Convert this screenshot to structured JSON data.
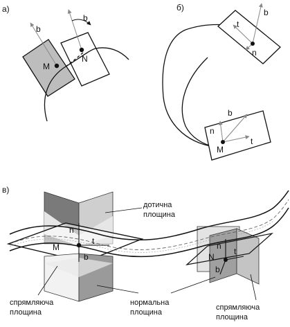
{
  "panels": [
    {
      "label": "а)",
      "points": [
        {
          "name": "M",
          "role": "point"
        },
        {
          "name": "N",
          "role": "point"
        }
      ],
      "vectors": [
        {
          "name": "b",
          "at": "M"
        },
        {
          "name": "b",
          "at": "N"
        }
      ]
    },
    {
      "label": "б)",
      "points": [
        {
          "name": "M",
          "role": "point"
        }
      ],
      "vectors": [
        {
          "name": "b",
          "at": "top"
        },
        {
          "name": "t",
          "at": "top"
        },
        {
          "name": "n",
          "at": "top"
        },
        {
          "name": "b",
          "at": "M"
        },
        {
          "name": "n",
          "at": "M"
        },
        {
          "name": "t",
          "at": "M"
        }
      ]
    },
    {
      "label": "в)",
      "points": [
        {
          "name": "M",
          "role": "point"
        },
        {
          "name": "N",
          "role": "point"
        }
      ],
      "vectors": [
        {
          "name": "n",
          "at": "M"
        },
        {
          "name": "t",
          "at": "M"
        },
        {
          "name": "b",
          "at": "M"
        },
        {
          "name": "n",
          "at": "N"
        },
        {
          "name": "t",
          "at": "N"
        },
        {
          "name": "b",
          "at": "N"
        }
      ],
      "captions": {
        "osculating": [
          "дотична",
          "площина"
        ],
        "rectifying_left": [
          "спрямляюча",
          "площина"
        ],
        "normal": [
          "нормальна",
          "площина"
        ],
        "rectifying_right": [
          "спрямляюча",
          "площина"
        ]
      }
    }
  ],
  "colors": {
    "plane_dark": "#7a7a7a",
    "plane_mid": "#a9a9a9",
    "plane_light": "#d2d2d2",
    "plane_pale": "#ececec",
    "stroke": "#111111",
    "vector": "#888888"
  }
}
